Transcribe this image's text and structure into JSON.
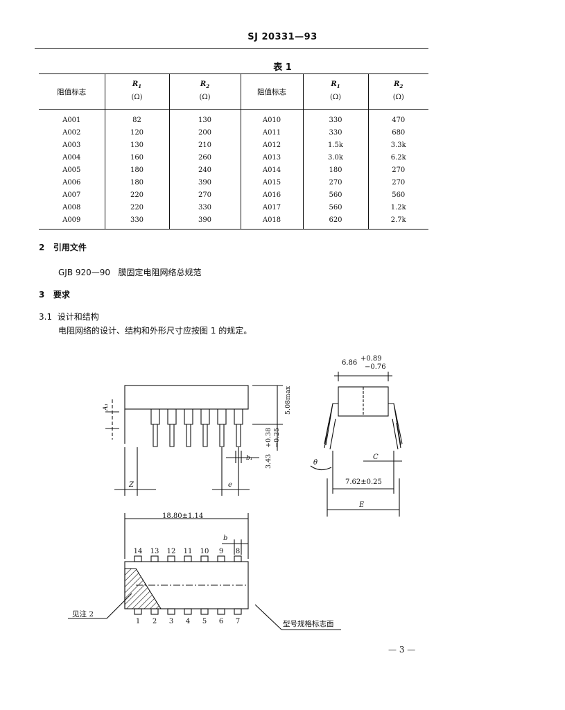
{
  "header": {
    "doc_number": "SJ 20331—93"
  },
  "table": {
    "caption": "表 1",
    "col_label": "阻值标志",
    "r1_symbol": "R",
    "r1_sub": "1",
    "r2_symbol": "R",
    "r2_sub": "2",
    "unit": "(Ω)",
    "rows": [
      {
        "left": [
          "A001",
          "82",
          "130"
        ],
        "right": [
          "A010",
          "330",
          "470"
        ]
      },
      {
        "left": [
          "A002",
          "120",
          "200"
        ],
        "right": [
          "A011",
          "330",
          "680"
        ]
      },
      {
        "left": [
          "A003",
          "130",
          "210"
        ],
        "right": [
          "A012",
          "1.5k",
          "3.3k"
        ]
      },
      {
        "left": [
          "A004",
          "160",
          "260"
        ],
        "right": [
          "A013",
          "3.0k",
          "6.2k"
        ]
      },
      {
        "left": [
          "A005",
          "180",
          "240"
        ],
        "right": [
          "A014",
          "180",
          "270"
        ]
      },
      {
        "left": [
          "A006",
          "180",
          "390"
        ],
        "right": [
          "A015",
          "270",
          "270"
        ]
      },
      {
        "left": [
          "A007",
          "220",
          "270"
        ],
        "right": [
          "A016",
          "560",
          "560"
        ]
      },
      {
        "left": [
          "A008",
          "220",
          "330"
        ],
        "right": [
          "A017",
          "560",
          "1.2k"
        ]
      },
      {
        "left": [
          "A009",
          "330",
          "390"
        ],
        "right": [
          "A018",
          "620",
          "2.7k"
        ]
      }
    ]
  },
  "sections": {
    "s2": {
      "number": "2",
      "title": "引用文件",
      "ref_code": "GJB 920—90",
      "ref_title": "膜固定电阻网络总规范"
    },
    "s3": {
      "number": "3",
      "title": "要求"
    },
    "s31": {
      "number": "3.1",
      "title": "设计和结构",
      "body": "电阻网络的设计、结构和外形尺寸应按图 1 的规定。"
    }
  },
  "figure": {
    "dim_width": "6.86",
    "dim_width_tol_plus": "+0.89",
    "dim_width_tol_minus": "−0.76",
    "dim_height_max": "5.08max",
    "dim_lead": "3.43",
    "dim_lead_tol_plus": "+0.38",
    "dim_lead_tol_minus": "−0.25",
    "dim_row_spacing": "7.62±0.25",
    "dim_length": "18.80±1.14",
    "label_a1": "A₁",
    "label_z": "Z",
    "label_e": "e",
    "label_b1": "b₁",
    "label_b": "b",
    "label_theta": "θ",
    "label_c": "C",
    "label_E": "E",
    "top_pins": [
      "14",
      "13",
      "12",
      "11",
      "10",
      "9",
      "8"
    ],
    "bottom_pins": [
      "1",
      "2",
      "3",
      "4",
      "5",
      "6",
      "7"
    ],
    "note_label": "见注 2",
    "marking_label": "型号规格标志面"
  },
  "footer": {
    "page_number": "— 3 —"
  }
}
